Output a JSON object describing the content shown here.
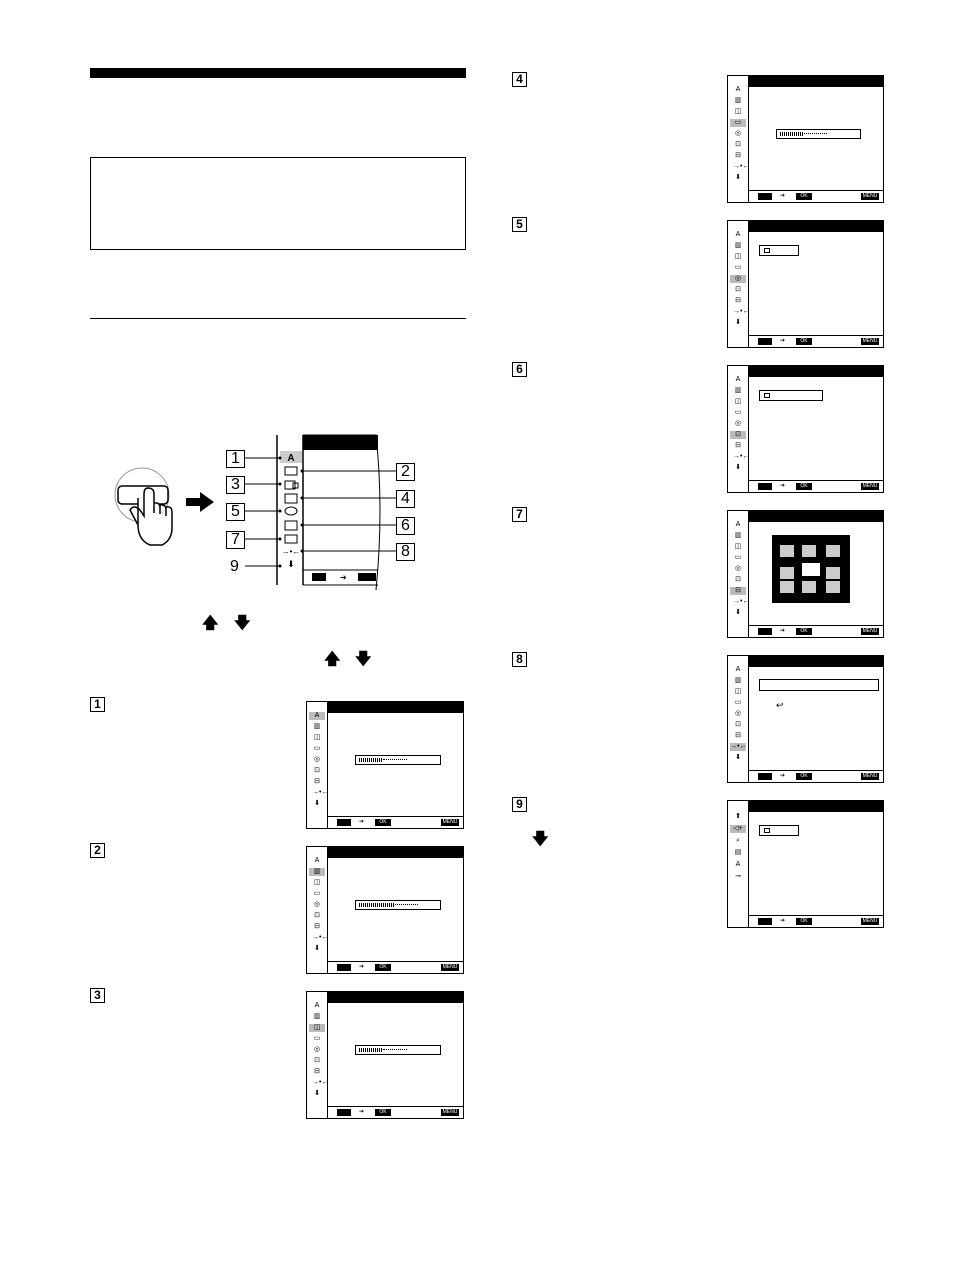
{
  "callouts": {
    "left_numbers": [
      "1",
      "3",
      "5",
      "7",
      "9"
    ],
    "right_numbers": [
      "2",
      "4",
      "6",
      "8"
    ]
  },
  "steps": {
    "s1": "1",
    "s2": "2",
    "s3": "3",
    "s4": "4",
    "s5": "5",
    "s6": "6",
    "s7": "7",
    "s8": "8",
    "s9": "9"
  },
  "screen_footer": {
    "ok": "OK",
    "menu": "MENU"
  },
  "icons": {
    "top_menu": [
      "picture-icon",
      "brightness-bars-icon",
      "size-icon",
      "center-icon",
      "geometry-icon",
      "convergence-icon",
      "zoom-icon",
      "reset-icon",
      "next-page-icon"
    ],
    "second_menu": [
      "prev-page-icon",
      "sound-icon",
      "input-icon",
      "language-icon",
      "info-icon",
      "lock-icon"
    ]
  },
  "levels": {
    "screen1": 0.3,
    "screen2": 0.45,
    "screen3": 0.3,
    "screen4": 0.3
  }
}
